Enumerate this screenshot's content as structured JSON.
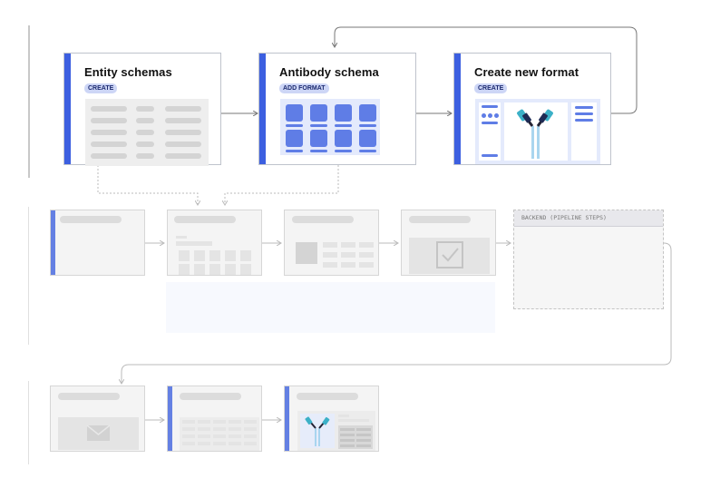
{
  "colors": {
    "accent": "#3c5fe0",
    "badge_bg": "#cdd6f6",
    "muted_card": "#f4f4f4",
    "rail": "#c8c8c8"
  },
  "cards": [
    {
      "title": "Entity schemas",
      "badge": "CREATE"
    },
    {
      "title": "Antibody schema",
      "badge": "ADD FORMAT"
    },
    {
      "title": "Create new format",
      "badge": "CREATE"
    }
  ],
  "backend": {
    "label": "BACKEND (PIPELINE STEPS)"
  },
  "icons": [
    "antibody-icon",
    "check-icon",
    "envelope-icon"
  ]
}
